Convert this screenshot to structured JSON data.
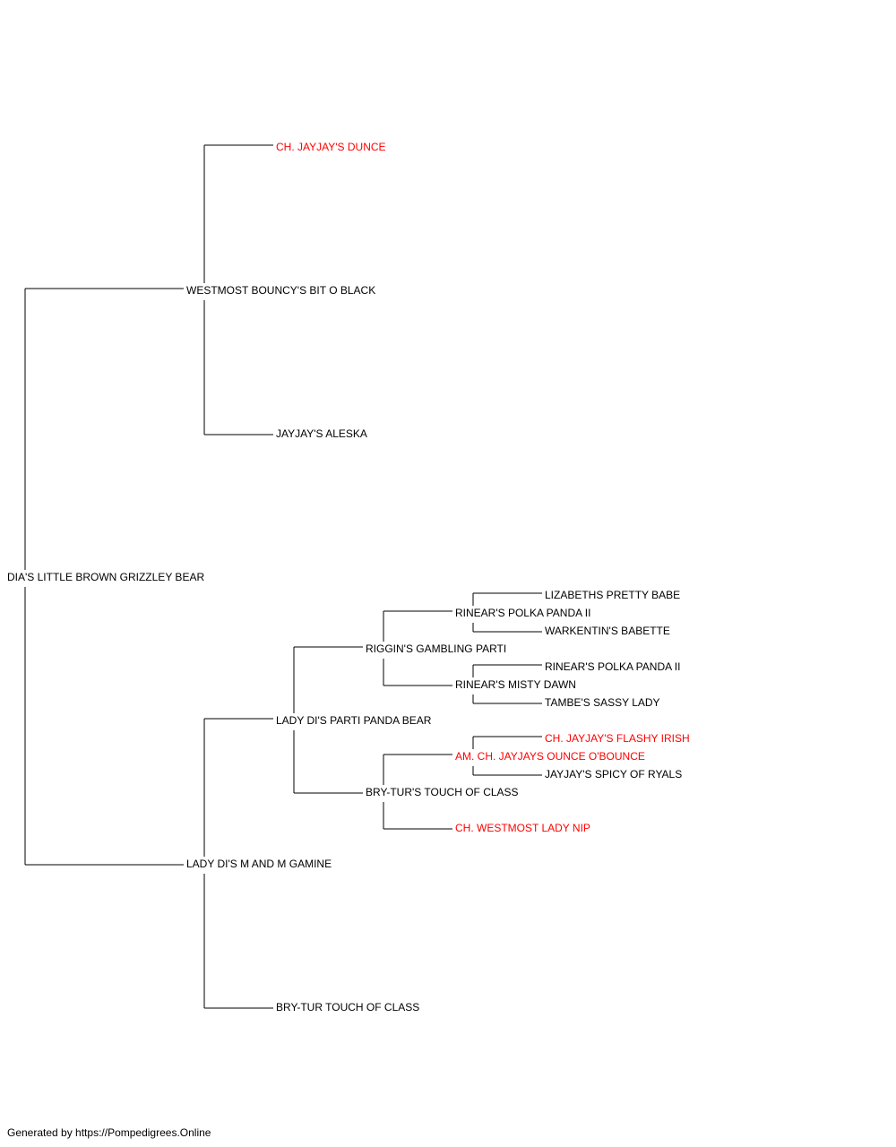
{
  "colors": {
    "normal_text": "#000000",
    "champion_text": "#ff0000",
    "line": "#000000"
  },
  "pedigree": {
    "subject": {
      "name": "DIA'S LITTLE BROWN GRIZZLEY BEAR",
      "champion": false
    },
    "sire": {
      "name": "WESTMOST BOUNCY'S BIT O BLACK",
      "champion": false
    },
    "sire_sire": {
      "name": "CH. JAYJAY'S DUNCE",
      "champion": true
    },
    "sire_dam": {
      "name": "JAYJAY'S ALESKA",
      "champion": false
    },
    "dam": {
      "name": "LADY DI'S M AND M GAMINE",
      "champion": false
    },
    "dam_sire": {
      "name": "LADY DI'S PARTI PANDA BEAR",
      "champion": false
    },
    "dam_dam": {
      "name": "BRY-TUR TOUCH OF CLASS",
      "champion": false
    },
    "dss_sire": {
      "name": "RIGGIN'S GAMBLING PARTI",
      "champion": false
    },
    "dss_dam": {
      "name": "BRY-TUR'S TOUCH OF CLASS",
      "champion": false
    },
    "rgp_sire": {
      "name": "RINEAR'S POLKA PANDA II",
      "champion": false
    },
    "rgp_dam": {
      "name": "RINEAR'S MISTY DAWN",
      "champion": false
    },
    "btc_sire": {
      "name": "AM. CH. JAYJAYS OUNCE O'BOUNCE",
      "champion": true
    },
    "btc_dam": {
      "name": "CH. WESTMOST LADY NIP",
      "champion": true
    },
    "rpp_sire": {
      "name": "LIZABETHS PRETTY BABE",
      "champion": false
    },
    "rpp_dam": {
      "name": "WARKENTIN'S BABETTE",
      "champion": false
    },
    "rmd_sire": {
      "name": "RINEAR'S POLKA PANDA II",
      "champion": false
    },
    "rmd_dam": {
      "name": "TAMBE'S SASSY LADY",
      "champion": false
    },
    "ooo_sire": {
      "name": "CH. JAYJAY'S FLASHY IRISH",
      "champion": true
    },
    "ooo_dam": {
      "name": "JAYJAY'S SPICY OF RYALS",
      "champion": false
    }
  },
  "footer": {
    "text": "Generated by https://Pompedigrees.Online"
  }
}
